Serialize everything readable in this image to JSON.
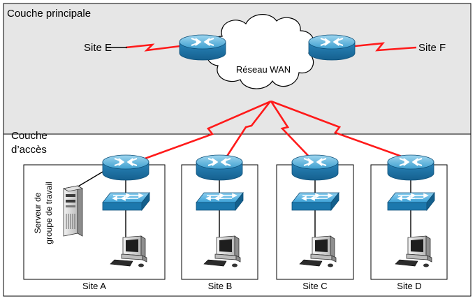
{
  "layers": {
    "core_label": "Couche principale",
    "access_label_line1": "Couche",
    "access_label_line2": "d’accès"
  },
  "wan": {
    "label": "Réseau WAN"
  },
  "remote_sites": {
    "e": "Site E",
    "f": "Site F"
  },
  "sites": [
    {
      "label": "Site A"
    },
    {
      "label": "Site B"
    },
    {
      "label": "Site C"
    },
    {
      "label": "Site D"
    }
  ],
  "server": {
    "label_line1": "Serveur de",
    "label_line2": "groupe de travail"
  },
  "colors": {
    "core_band": "#e6e6e6",
    "wan_link": "#ff1a1a",
    "router_blue": "#2f8fc4",
    "switch_blue": "#3aa0d6"
  },
  "icons": [
    "router-icon",
    "switch-icon",
    "pc-icon",
    "server-icon",
    "cloud-icon"
  ]
}
